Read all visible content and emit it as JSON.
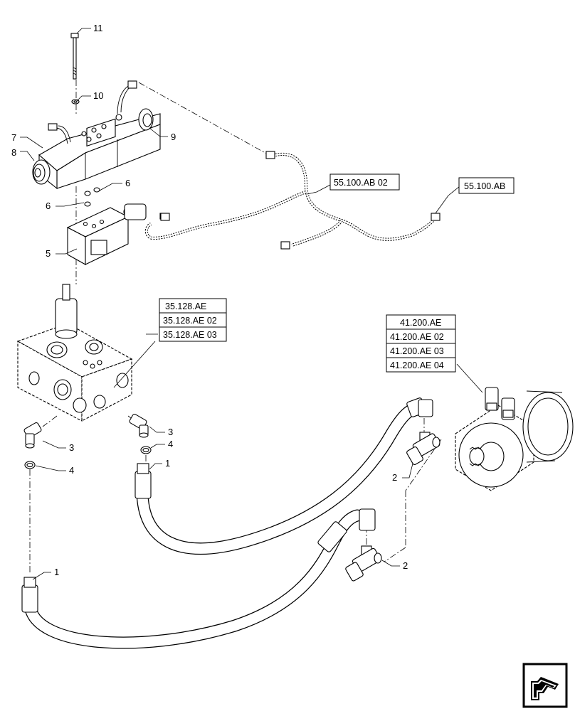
{
  "callouts": {
    "c11": "11",
    "c10": "10",
    "c7": "7",
    "c8": "8",
    "c9": "9",
    "c6a": "6",
    "c6b": "6",
    "c5": "5",
    "c3a": "3",
    "c3b": "3",
    "c4a": "4",
    "c4b": "4",
    "c1a": "1",
    "c1b": "1",
    "c2a": "2",
    "c2b": "2"
  },
  "references": {
    "valve_refs": [
      "35.128.AE",
      "35.128.AE 02",
      "35.128.AE 03"
    ],
    "motor_refs": [
      "41.200.AE",
      "41.200.AE 02",
      "41.200.AE 03",
      "41.200.AE 04"
    ],
    "harness_ref_a": "55.100.AB 02",
    "harness_ref_b": "55.100.AB"
  },
  "nav_icon": "arrow-icon"
}
